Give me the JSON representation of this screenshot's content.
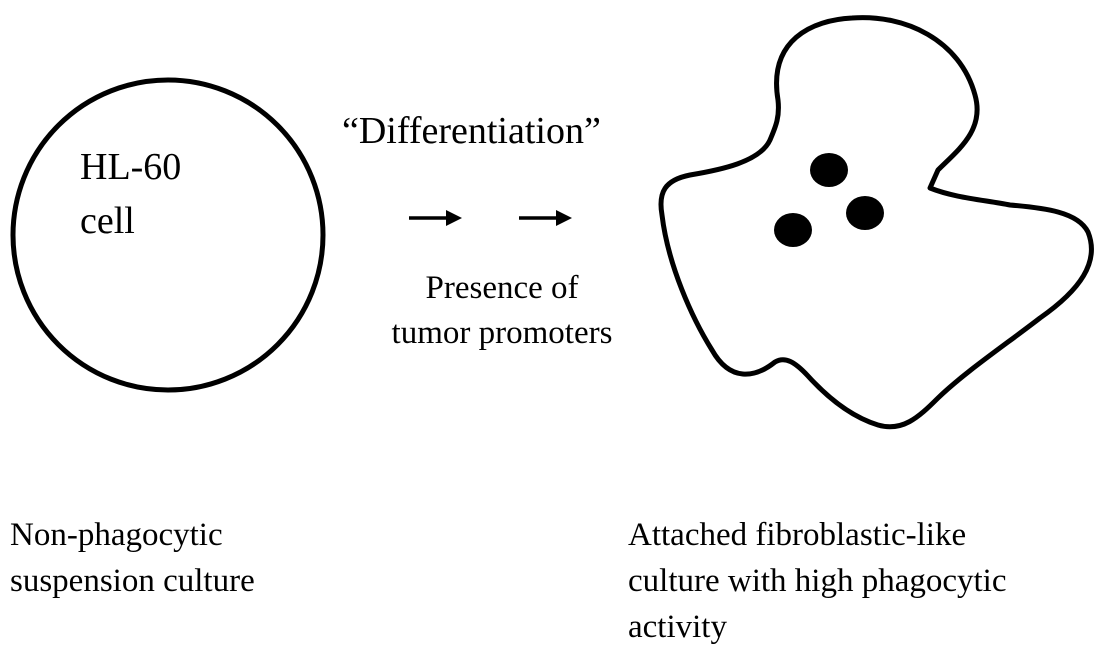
{
  "cell": {
    "label_lines": [
      "HL-60",
      "cell"
    ]
  },
  "process": {
    "title": "“Differentiation”",
    "condition_lines": [
      "Presence of",
      "tumor promoters"
    ]
  },
  "captions": {
    "left_lines": [
      "Non-phagocytic",
      "suspension culture"
    ],
    "right_lines": [
      "Attached fibroblastic-like",
      "culture with high phagocytic",
      "activity"
    ]
  },
  "colors": {
    "stroke": "#000000",
    "fill": "#ffffff",
    "text": "#000000"
  },
  "icons": {
    "arrows": "right-arrow-icon",
    "granules": "filled-dot-icon"
  }
}
